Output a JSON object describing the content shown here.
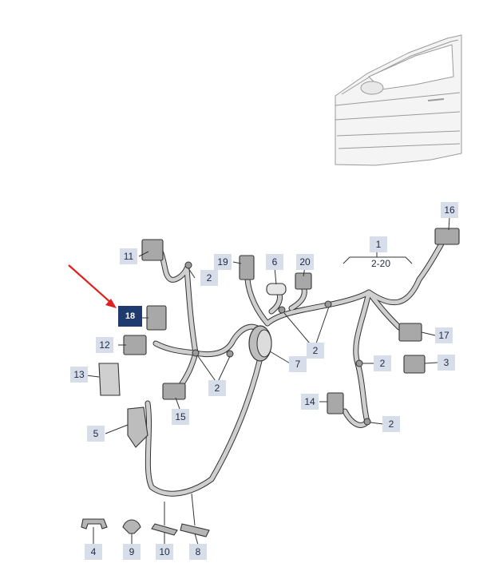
{
  "selected_part": "18",
  "colors": {
    "callout_bg": "#d7dde9",
    "callout_selected_bg": "#1f3a6e",
    "arrow": "#e02020",
    "harness": "#c8c8c8",
    "outline": "#333333"
  },
  "callouts": {
    "c1": "1",
    "c2_20": "2-20",
    "c2a": "2",
    "c2b": "2",
    "c2c": "2",
    "c2d": "2",
    "c2e": "2",
    "c3": "3",
    "c4": "4",
    "c5": "5",
    "c6": "6",
    "c7": "7",
    "c8": "8",
    "c9": "9",
    "c10": "10",
    "c11": "11",
    "c12": "12",
    "c13": "13",
    "c14": "14",
    "c15": "15",
    "c16": "16",
    "c17": "17",
    "c18": "18",
    "c19": "19",
    "c20": "20"
  }
}
